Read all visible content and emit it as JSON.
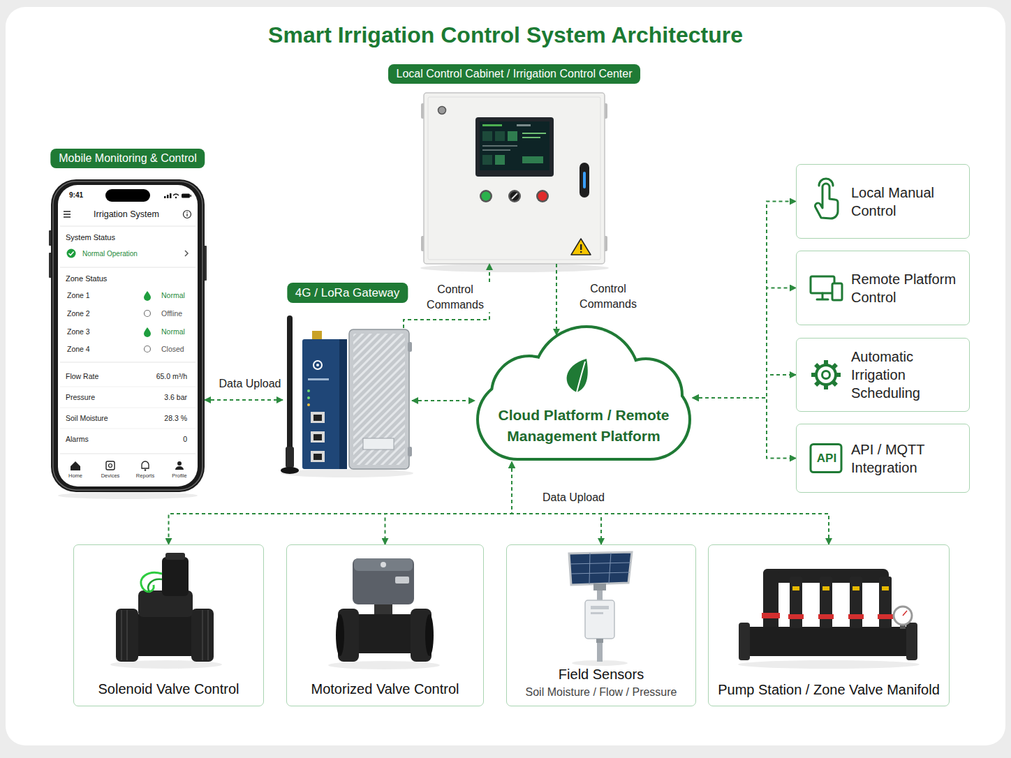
{
  "diagram": {
    "title": "Smart Irrigation Control System Architecture",
    "nodes": [
      {
        "text": [
          "Local Control Cabinet / Irrigation Control Center"
        ]
      },
      {
        "text": [
          "Mobile Monitoring & Control",
          "9:41",
          "Irrigation System",
          "System Status",
          "Normal Operation",
          "Zone Status",
          "Zone 1",
          "Normal",
          "Zone 2",
          "Offline",
          "Zone 3",
          "Normal",
          "Zone 4",
          "Closed",
          "Flow Rate",
          "65.0 m³/h",
          "Pressure",
          "3.6 bar",
          "Soil Moisture",
          "28.3 %",
          "Alarms",
          "0",
          "Home",
          "Devices",
          "Reports",
          "Profile"
        ]
      },
      {
        "text": [
          "4G / LoRa Gateway"
        ]
      },
      {
        "text": [
          "Cloud Platform / Remote Management Platform"
        ]
      },
      {
        "text": [
          "Local Manual Control"
        ]
      },
      {
        "text": [
          "Remote Platform Control"
        ]
      },
      {
        "text": [
          "Automatic Irrigation Scheduling"
        ]
      },
      {
        "text": [
          "API",
          "API / MQTT Integration"
        ]
      },
      {
        "text": [
          "Solenoid Valve Control"
        ]
      },
      {
        "text": [
          "Motorized Valve Control"
        ]
      },
      {
        "text": [
          "Field Sensors",
          "Soil Moisture / Flow / Pressure"
        ]
      },
      {
        "text": [
          "Pump Station / Zone Valve Manifold"
        ]
      }
    ],
    "edges": [
      {
        "from": 1,
        "to": 2,
        "label": "Data Upload",
        "arrow": "both"
      },
      {
        "from": 2,
        "to": 0,
        "label": "Control Commands",
        "arrow": "to"
      },
      {
        "from": 0,
        "to": 3,
        "label": "Control Commands",
        "arrow": "to"
      },
      {
        "from": 2,
        "to": 3,
        "arrow": "both"
      },
      {
        "from": 3,
        "to": 4,
        "arrow": "both"
      },
      {
        "from": 3,
        "to": 5,
        "arrow": "both"
      },
      {
        "from": 3,
        "to": 6,
        "arrow": "both"
      },
      {
        "from": 3,
        "to": 7,
        "arrow": "both"
      },
      {
        "from": 3,
        "to": 8,
        "arrow": "both"
      },
      {
        "from": 3,
        "to": 9,
        "arrow": "both"
      },
      {
        "from": 3,
        "to": 10,
        "label": "Data Upload",
        "arrow": "both"
      },
      {
        "from": 3,
        "to": 11,
        "arrow": "both"
      }
    ]
  }
}
